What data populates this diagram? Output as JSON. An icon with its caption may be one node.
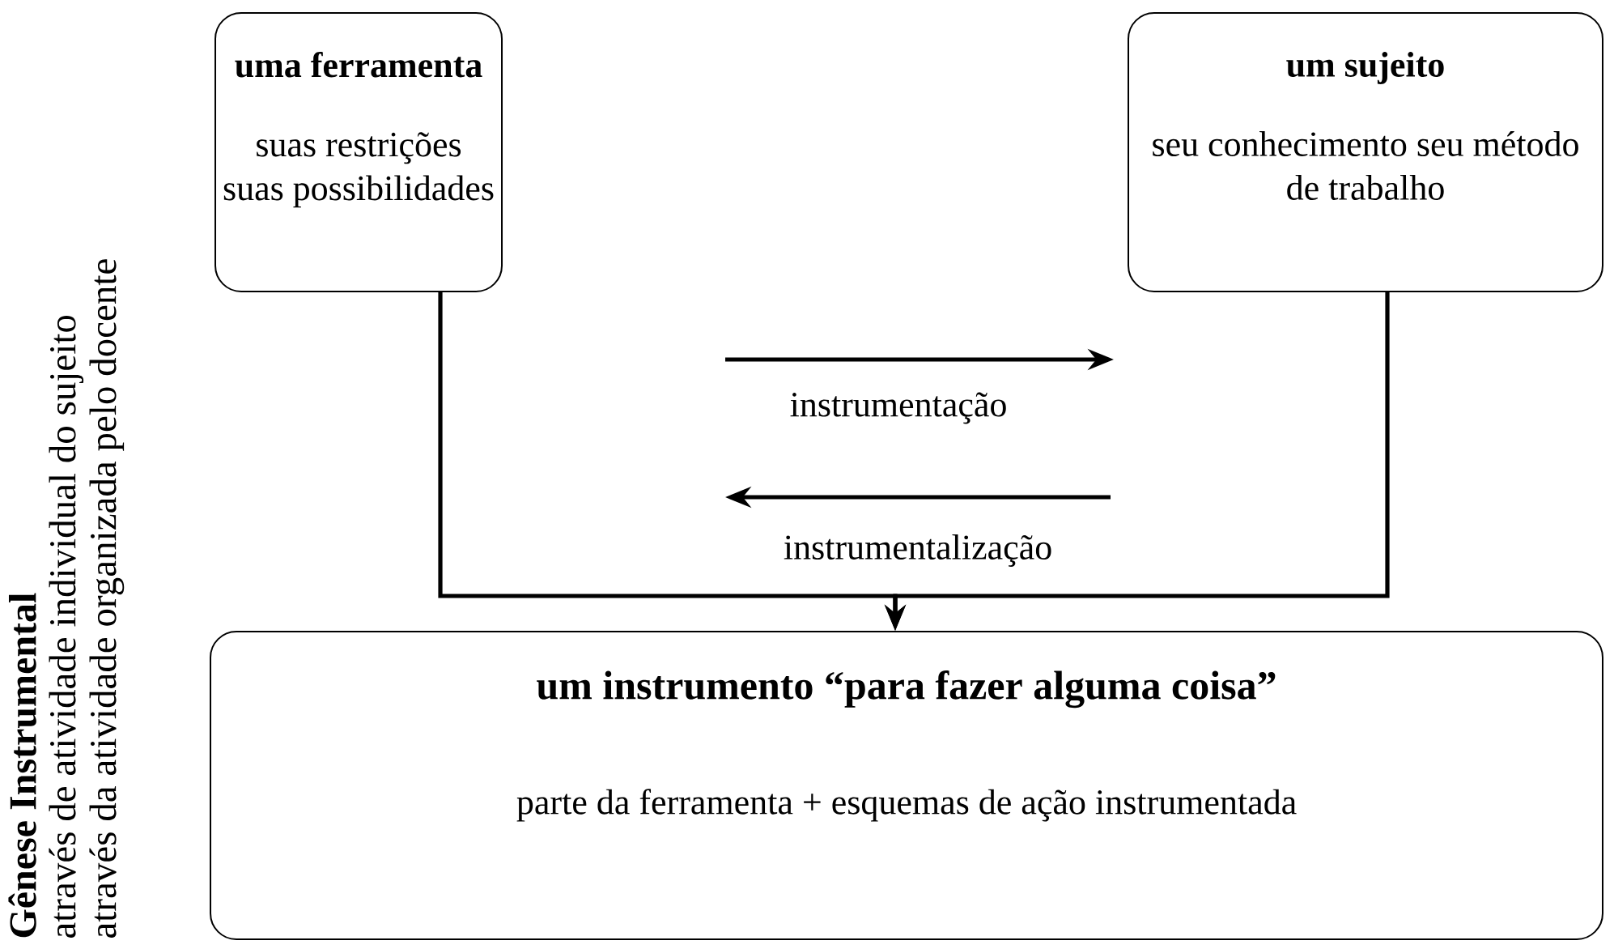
{
  "diagram": {
    "title": "Gênese Instrumental",
    "nodes": [
      {
        "text": [
          "uma ferramenta",
          "suas restrições suas possibilidades"
        ]
      },
      {
        "text": [
          "um sujeito",
          "seu conhecimento seu método de trabalho"
        ]
      },
      {
        "text": [
          "um instrumento “para fazer alguma coisa”",
          "parte da ferramenta + esquemas de ação instrumentada"
        ]
      }
    ],
    "edges": [
      {
        "from": 0,
        "to": 2,
        "arrow": "to"
      },
      {
        "from": 1,
        "to": 2,
        "arrow": "to"
      }
    ],
    "labels": [
      "através de atividade individual do sujeito",
      "através da atividade organizada pelo docente",
      "instrumentação",
      "instrumentalização"
    ]
  }
}
